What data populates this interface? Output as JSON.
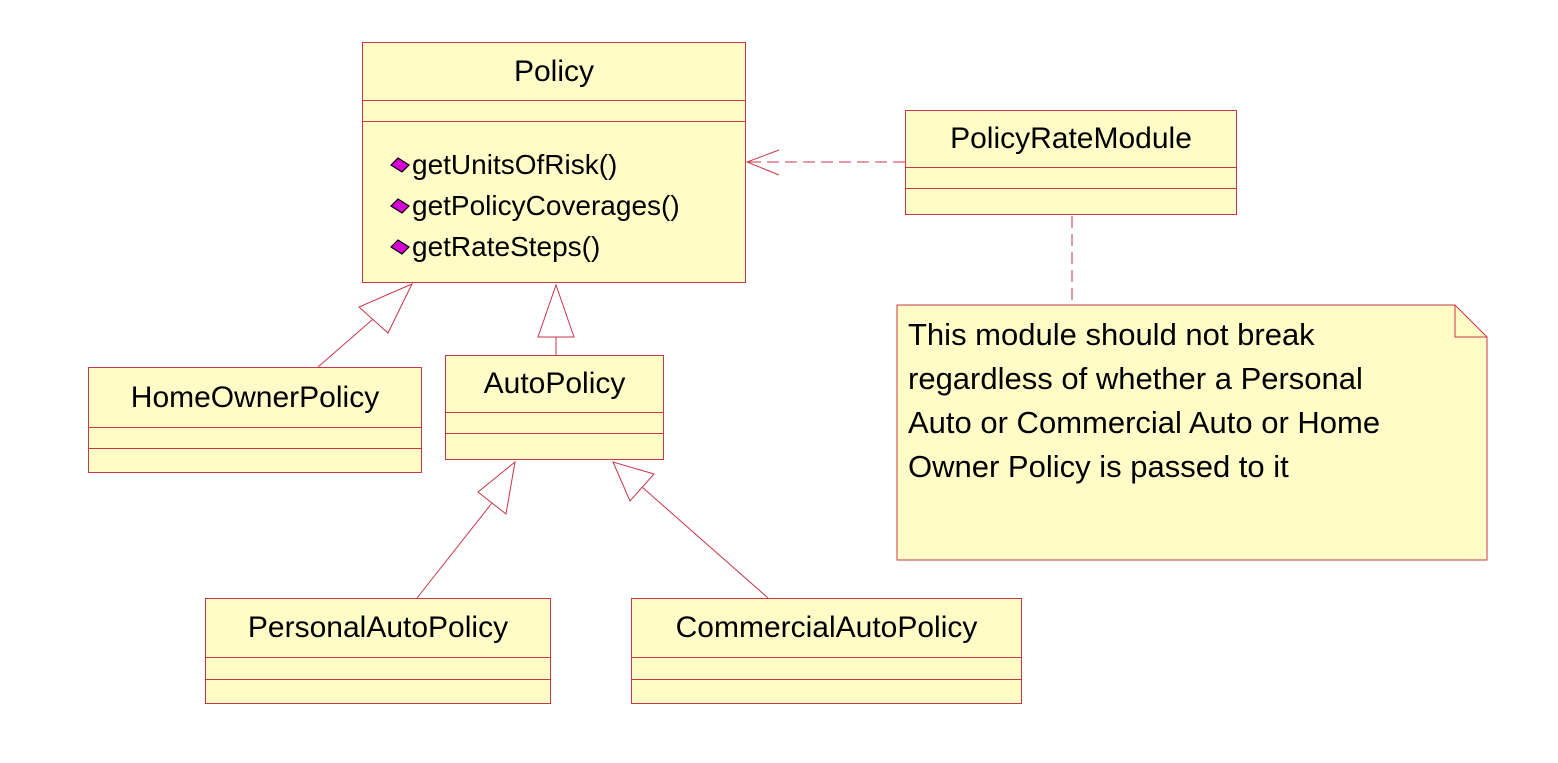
{
  "diagram": {
    "classes": {
      "policy": {
        "name": "Policy",
        "operations": [
          {
            "label": "getUnitsOfRisk()",
            "icon": "public-operation-icon"
          },
          {
            "label": "getPolicyCoverages()",
            "icon": "public-operation-icon"
          },
          {
            "label": "getRateSteps()",
            "icon": "public-operation-icon"
          }
        ]
      },
      "policy_rate_module": {
        "name": "PolicyRateModule"
      },
      "home_owner_policy": {
        "name": "HomeOwnerPolicy"
      },
      "auto_policy": {
        "name": "AutoPolicy"
      },
      "personal_auto_policy": {
        "name": "PersonalAutoPolicy"
      },
      "commercial_auto_policy": {
        "name": "CommercialAutoPolicy"
      }
    },
    "note": {
      "text_lines": [
        "This module should not break",
        "regardless of whether a Personal",
        "Auto or Commercial Auto or Home",
        "Owner Policy is passed to it"
      ]
    },
    "relationships": [
      {
        "type": "generalization",
        "from": "HomeOwnerPolicy",
        "to": "Policy"
      },
      {
        "type": "generalization",
        "from": "AutoPolicy",
        "to": "Policy"
      },
      {
        "type": "generalization",
        "from": "PersonalAutoPolicy",
        "to": "AutoPolicy"
      },
      {
        "type": "generalization",
        "from": "CommercialAutoPolicy",
        "to": "AutoPolicy"
      },
      {
        "type": "dependency",
        "from": "PolicyRateModule",
        "to": "Policy"
      },
      {
        "type": "note-anchor",
        "from": "note",
        "to": "PolicyRateModule"
      }
    ],
    "colors": {
      "class_fill": "#fffcc8",
      "border": "#c8374a",
      "operation_icon": "#d400d4"
    }
  }
}
